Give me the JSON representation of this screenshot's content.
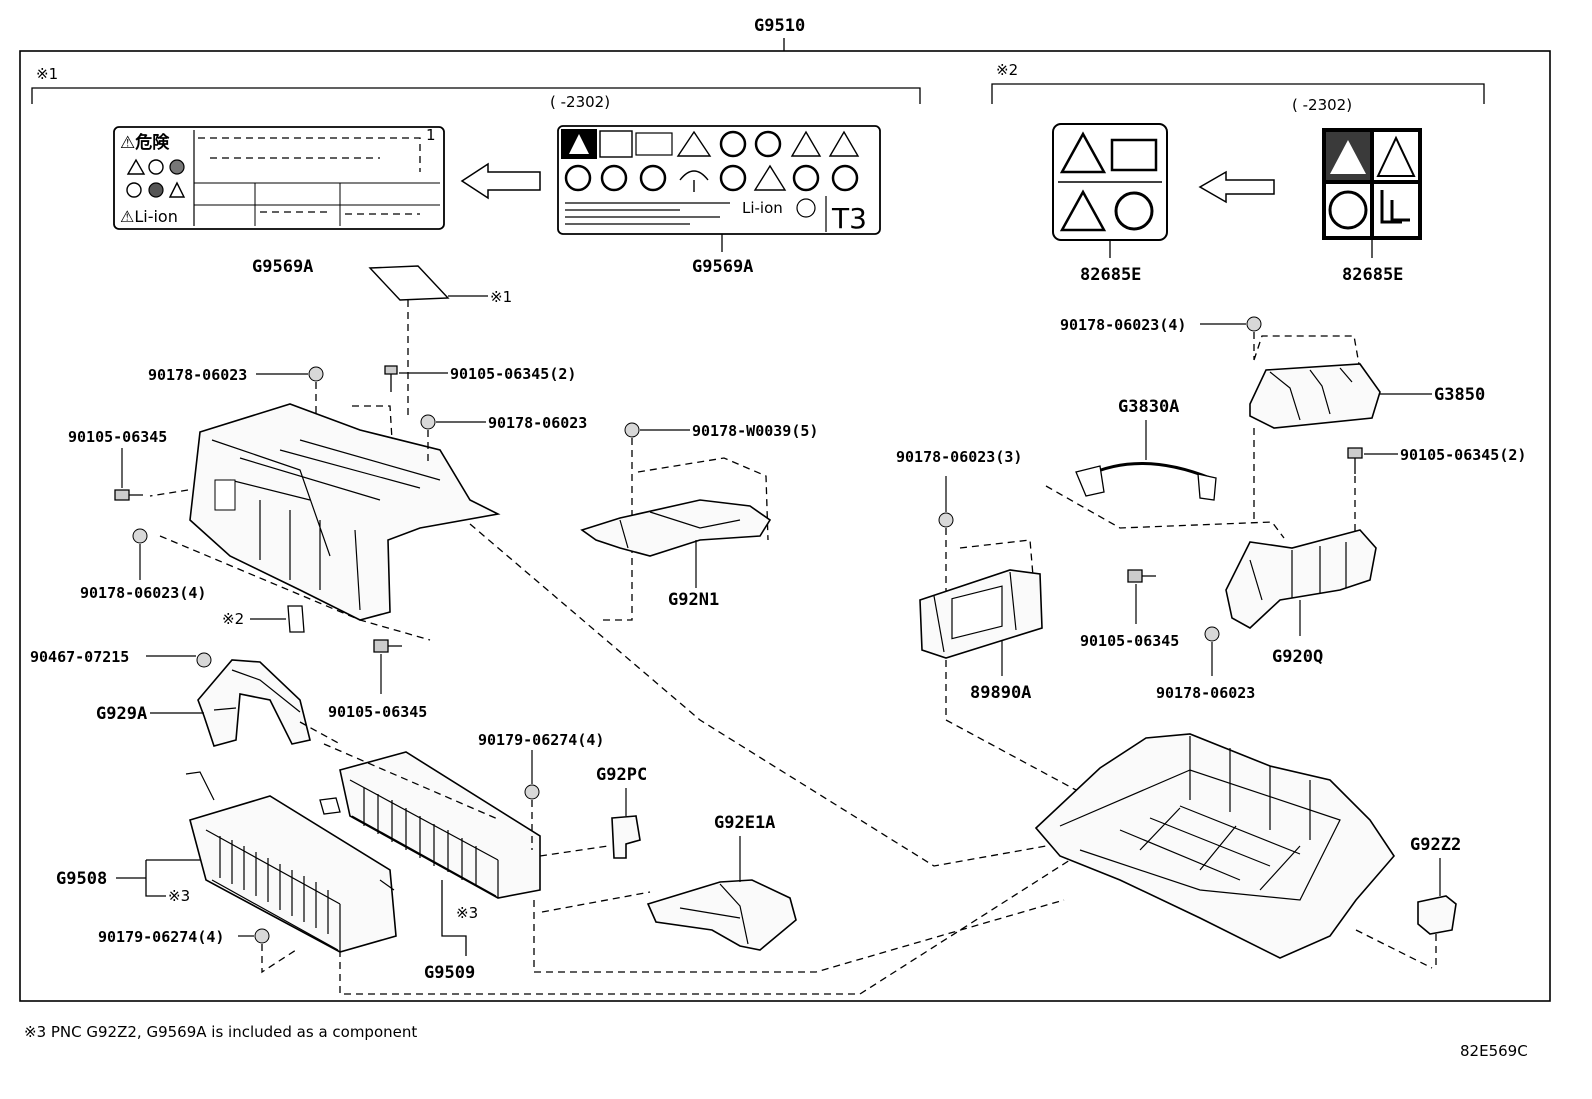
{
  "diagram": {
    "top_label": "G9510",
    "group1_marker": "※1",
    "group2_marker": "※2",
    "date_range_left": "(      -2302)",
    "date_range_right": "(      -2302)",
    "label_old_left": {
      "danger_title": "⚠危険",
      "li_ion": "⚠Li-ion",
      "page_num": "1"
    },
    "label_new_left": {
      "li_ion": "Li-ion",
      "t3": "T3"
    },
    "callouts": {
      "g9569a_1": "G9569A",
      "g9569a_2": "G9569A",
      "e82685_1": "82685E",
      "e82685_2": "82685E",
      "sheet_marker": "※1",
      "p90178_a": "90178-06023",
      "p90105_a": "90105-06345(2)",
      "p90178_b": "90178-06023",
      "p90105_b": "90105-06345",
      "p90178_c": "90178-06023(4)",
      "mark2": "※2",
      "p90178_w": "90178-W0039(5)",
      "g92n1": "G92N1",
      "p90467": "90467-07215",
      "g929a": "G929A",
      "p90105_c": "90105-06345",
      "p90179_a": "90179-06274(4)",
      "g92pc": "G92PC",
      "g92e1a": "G92E1A",
      "g9508": "G9508",
      "mark3_a": "※3",
      "mark3_b": "※3",
      "p90179_b": "90179-06274(4)",
      "g9509": "G9509",
      "p90178_d": "90178-06023(4)",
      "g3850": "G3850",
      "g3830a": "G3830A",
      "p90178_e": "90178-06023(3)",
      "p90105_d": "90105-06345(2)",
      "p90105_e": "90105-06345",
      "g920q": "G920Q",
      "p90178_f": "90178-06023",
      "p89890a": "89890A",
      "g92z2": "G92Z2"
    },
    "footnote": "※3 PNC G92Z2, G9569A is included as a component",
    "diagram_code": "82E569C"
  }
}
